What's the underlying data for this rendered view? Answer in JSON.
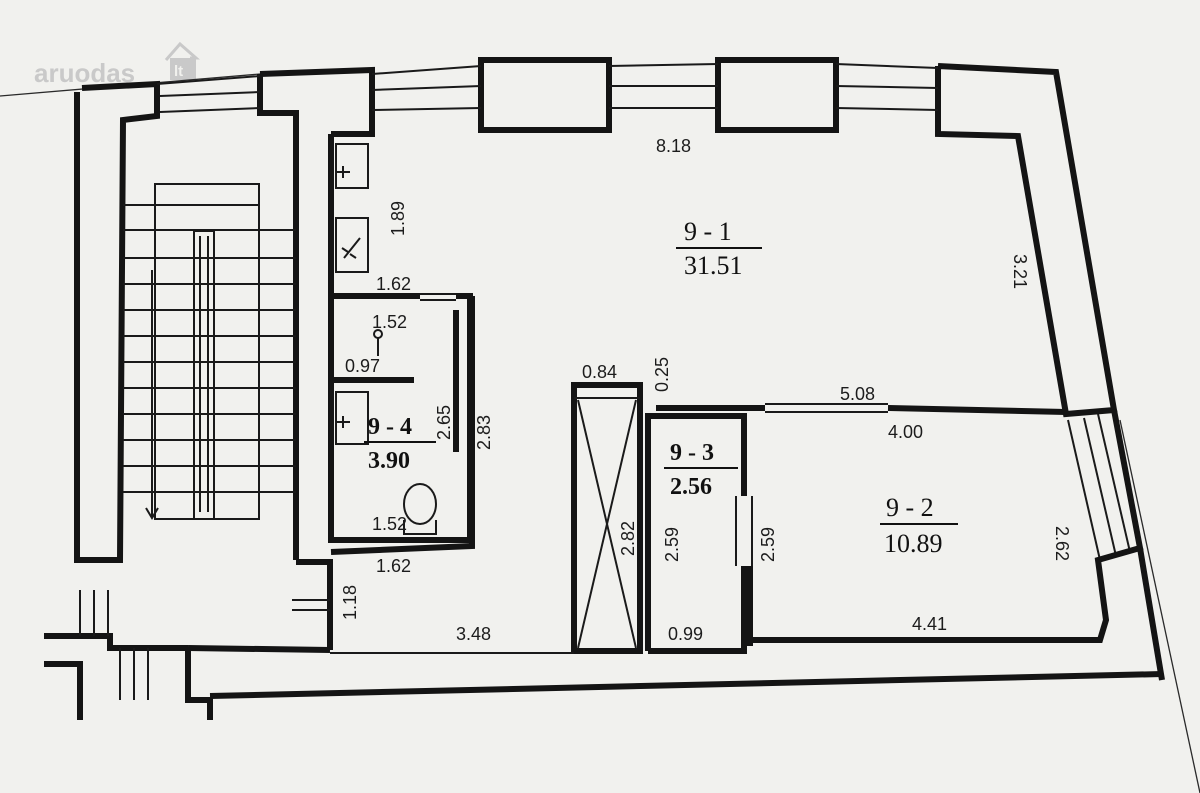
{
  "watermark": {
    "text": "aruodas",
    "suffix": "lt"
  },
  "rooms": [
    {
      "id": "9 - 1",
      "area": "31.51"
    },
    {
      "id": "9 - 2",
      "area": "10.89"
    },
    {
      "id": "9 - 3",
      "area": "2.56"
    },
    {
      "id": "9 - 4",
      "area": "3.90"
    }
  ],
  "dimensions": {
    "top_wall": "8.18",
    "right_wall": "3.21",
    "closet_height": "1.89",
    "closet_width": "1.62",
    "wc_top": "1.52",
    "wc_small": "0.97",
    "bath_height_inner": "2.65",
    "bath_height_outer": "2.83",
    "bath_bottom_inner": "1.52",
    "bath_bottom_outer": "1.62",
    "entry_depth": "1.18",
    "hall_length": "3.48",
    "shaft_top": "0.84",
    "shaft_gap": "0.25",
    "shaft_height": "2.82",
    "partition_length": "5.08",
    "room2_top": "4.00",
    "room2_right": "2.62",
    "room2_bottom": "4.41",
    "room3_left": "2.59",
    "room3_right": "2.59",
    "room3_bottom": "0.99"
  }
}
